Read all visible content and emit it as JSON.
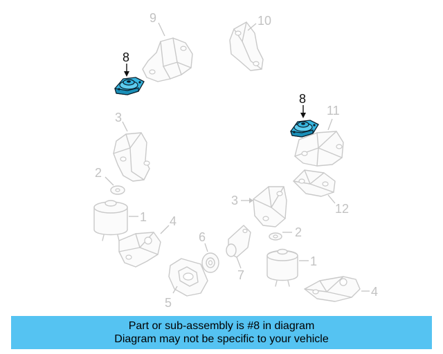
{
  "callouts": {
    "c1": "9",
    "c2": "10",
    "c3": "8",
    "c4": "8",
    "c5": "3",
    "c6": "11",
    "c7": "2",
    "c8": "1",
    "c9": "4",
    "c10": "3",
    "c11": "12",
    "c12": "2",
    "c13": "6",
    "c14": "1",
    "c15": "7",
    "c16": "5",
    "c17": "4"
  },
  "highlighted_part": "8",
  "colors": {
    "highlight": "#36b6e0",
    "banner": "#55c3f2",
    "faded_line": "#c9c9c9"
  },
  "banner": {
    "line1": "Part or sub-assembly is #8 in diagram",
    "line2": "Diagram may not be specific to your vehicle"
  }
}
